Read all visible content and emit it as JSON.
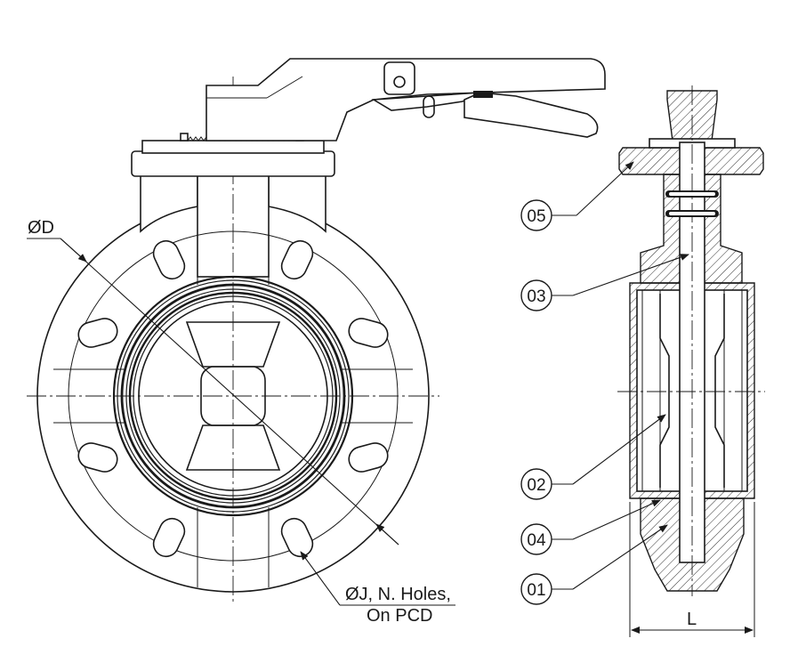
{
  "labels": {
    "diameter_D": "ØD",
    "holes_line1": "ØJ, N. Holes,",
    "holes_line2": "On PCD",
    "length_L": "L"
  },
  "callouts": [
    "05",
    "03",
    "02",
    "04",
    "01"
  ],
  "colors": {
    "line": "#1a1a1a",
    "background": "#ffffff"
  }
}
